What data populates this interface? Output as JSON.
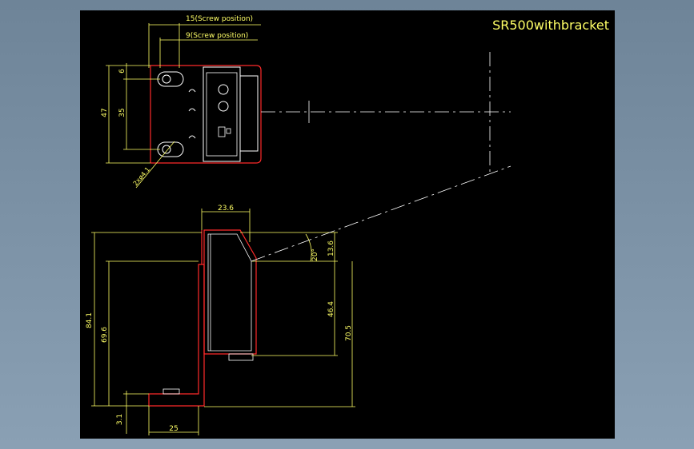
{
  "drawing": {
    "title": "SR500withbracket",
    "top_view": {
      "dims": {
        "screw_pos_15": "15(Screw position)",
        "screw_pos_9": "9(Screw position)",
        "height_47": "47",
        "height_35": "35",
        "top_6": "6",
        "hole_note": "2xø4.1"
      }
    },
    "side_view": {
      "dims": {
        "width_23_6": "23.6",
        "height_84_1": "84.1",
        "height_69_6": "69.6",
        "height_46_4": "46.4",
        "height_70_5": "70.5",
        "offset_13_6": "13.6",
        "angle_20": "20°",
        "thick_3_1": "3.1",
        "base_25": "25"
      }
    }
  },
  "colors": {
    "background": "#000000",
    "dimension": "#ffff66",
    "body_outline": "#ff2a2a",
    "part_outline": "#ffffff"
  }
}
